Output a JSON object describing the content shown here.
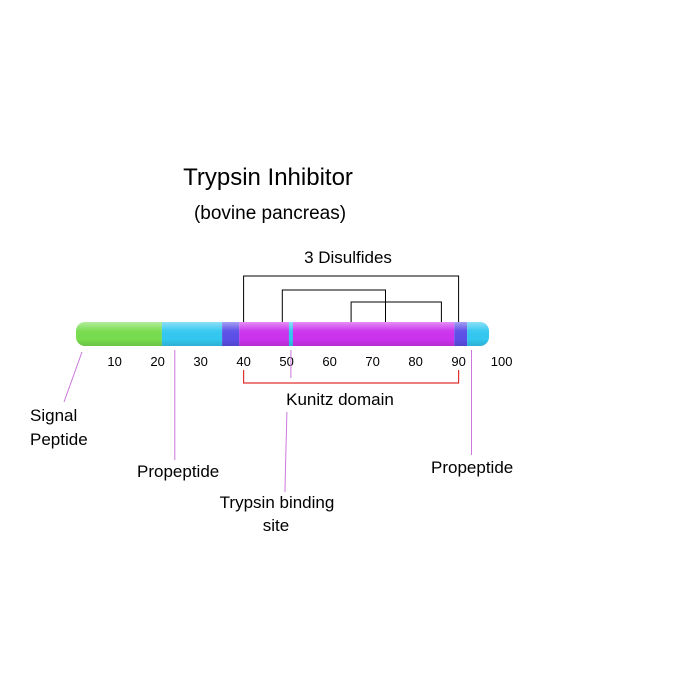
{
  "title": "Trypsin Inhibitor",
  "subtitle": "(bovine pancreas)",
  "disulfides_label": "3 Disulfides",
  "domain_label": "Kunitz domain",
  "labels": {
    "signal_line1": "Signal",
    "signal_line2": "Peptide",
    "propeptide_left": "Propeptide",
    "binding_line1": "Trypsin binding",
    "binding_line2": "site",
    "propeptide_right": "Propeptide"
  },
  "sequence": {
    "length": 100,
    "ticks": [
      10,
      20,
      30,
      40,
      50,
      60,
      70,
      80,
      90,
      100
    ],
    "segments": [
      {
        "name": "signal-peptide",
        "start": 1,
        "end": 21,
        "color": "#77dd4e"
      },
      {
        "name": "propeptide-n",
        "start": 21,
        "end": 35,
        "color": "#33c8f0"
      },
      {
        "name": "mature-edge-n",
        "start": 35,
        "end": 39,
        "color": "#5b4fe8"
      },
      {
        "name": "kunitz-domain",
        "start": 39,
        "end": 89,
        "color": "#cc33ee"
      },
      {
        "name": "mature-edge-c",
        "start": 89,
        "end": 92,
        "color": "#5b4fe8"
      },
      {
        "name": "propeptide-c",
        "start": 92,
        "end": 100,
        "color": "#33c8f0"
      }
    ],
    "binding_site": 51,
    "kunitz_domain": [
      40,
      90
    ],
    "disulfides": [
      [
        40,
        90
      ],
      [
        49,
        73
      ],
      [
        65,
        86
      ]
    ]
  },
  "colors": {
    "disulfide_line": "#000000",
    "domain_bracket": "#e03030",
    "callout_line": "#cc77dd",
    "binding_site": "#33c8f0"
  }
}
